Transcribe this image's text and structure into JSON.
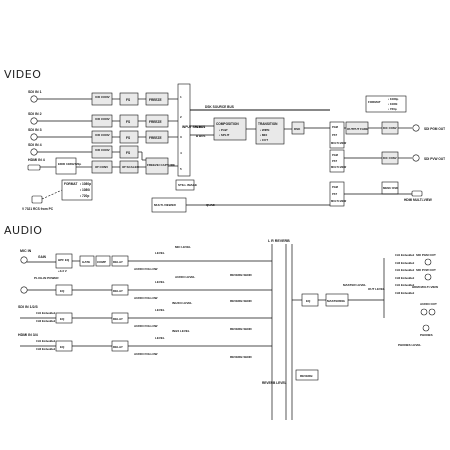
{
  "sections": {
    "video": "VIDEO",
    "audio": "AUDIO"
  },
  "video": {
    "inputs": [
      "SDI IN 1",
      "SDI IN 2",
      "SDI IN 3",
      "SDI IN 4",
      "HDMI IN 4"
    ],
    "up_conv": [
      "U/D CONV",
      "U/D CONV",
      "U/D CONV",
      "U/D CONV"
    ],
    "fs": [
      "FS",
      "FS",
      "FS",
      "FS"
    ],
    "freeze": [
      "FREEZE",
      "FREEZE",
      "FREEZE",
      "FREEZE/ CAPTURE"
    ],
    "edid": "EDID 1080i/720p",
    "ip_conv": "I/P CONV",
    "scaler": "I/P SCALER",
    "format_left": [
      "FORMAT",
      "• 1080p",
      "• 1080i",
      "• 720p"
    ],
    "usb": "V 7321 RCS from PC",
    "input_select": "INPUT SELECT",
    "bus_numbers": [
      "1",
      "2",
      "3",
      "4",
      "5"
    ],
    "dsk_source_bus": "DSK SOURCE BUS",
    "a_bus": "A BUS",
    "b_bus": "B BUS",
    "composition": [
      "COMPOSITION",
      "• PinP",
      "• SPLIT"
    ],
    "transition": [
      "TRANSITION",
      "• WIPE",
      "• MIX",
      "• CUT"
    ],
    "dsk": "DSK",
    "output_fade": "OUTPUT FADE",
    "format_right": [
      "FORMAT",
      "• 1080p",
      "• 1080i",
      "• 720p"
    ],
    "still_image": "STILL IMAGE",
    "multi_viewer": "MULTI-VIEWER",
    "quad": "QUAD",
    "pgm_labels": [
      "PGM",
      "PST",
      "MULTI-VIEW"
    ],
    "pgm_labels2": [
      "PGM",
      "PST",
      "MULTI-VIEW"
    ],
    "pgm_labels3": [
      "PGM",
      "PST",
      "MULTI-VIEW"
    ],
    "down_conv": [
      "D/C CONV",
      "D/C CONV"
    ],
    "menu_osd": "MENU OSD",
    "outputs": [
      "SDI PGM OUT",
      "SDI PVW OUT",
      "HDMI MULTI-VIEW"
    ]
  },
  "audio": {
    "inputs": [
      "MIC IN",
      "SDI IN 1/2/3",
      "HDMI IN 3/4"
    ],
    "gain": "GAIN",
    "hpf_eq": "HPF EQ",
    "plugin_power": "PLUG-IN POWER",
    "plus_3v3": "+3.3 V",
    "mic_chain": [
      "GATE",
      "COMP",
      "DELAY"
    ],
    "eq": "EQ",
    "delay": "DELAY",
    "audio_follow": "AUDIO FOLLOW",
    "level": "LEVEL",
    "embedded": [
      "CH1 Embedded",
      "CH2 Embedded"
    ],
    "channel_labels": [
      "MIC LEVEL",
      "AUDIO LEVEL",
      "IN1/2/3 LEVEL",
      "IN3/4 LEVEL"
    ],
    "reverb_send": "REVERB SEND",
    "reverb_level": "REVERB LEVEL",
    "reverb": "REVERB",
    "l_r_reverb": "L R REVERB",
    "eq_master": "EQ",
    "mastering": "MASTERING",
    "master_level": "MASTER LEVEL",
    "out_level": "OUT LEVEL",
    "embedded_out": [
      "CH1 Embedded",
      "CH2 Embedded"
    ],
    "outputs": [
      "SDI PGM OUT",
      "SDI PVW OUT",
      "HDMI MULTI-VIEW",
      "AUDIO OUT",
      "PHONES"
    ],
    "phones_level": "PHONES LEVEL"
  }
}
